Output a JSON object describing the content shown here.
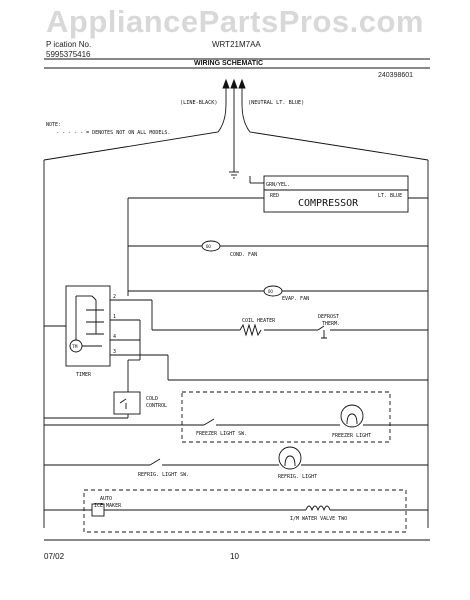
{
  "watermark": "AppliancePartsPros.com",
  "header": {
    "publication_label": "P    ication No.",
    "publication_number": "5995375416",
    "model": "WRT21M7AA",
    "title": "WIRING SCHEMATIC",
    "part_number": "240398601"
  },
  "supply": {
    "line": "(LINE-BLACK)",
    "neutral": "(NEUTRAL LT. BLUE)"
  },
  "note": {
    "label": "NOTE:",
    "text": "- - - - - = DENOTES NOT ON ALL MODELS."
  },
  "wires": {
    "ground": "GRN/YEL.",
    "red": "RED",
    "lt_blue": "LT. BLUE"
  },
  "components": {
    "compressor": "COMPRESSOR",
    "cond_fan": "COND. FAN",
    "evap_fan": "EVAP. FAN",
    "coil_heater": "COIL HEATER",
    "defrost_therm_1": "DEFROST",
    "defrost_therm_2": "THERM.",
    "timer": "TIMER",
    "timer_motor": "TM",
    "cold_control_1": "COLD",
    "cold_control_2": "CONTROL",
    "freezer_light_sw": "FREEZER LIGHT SW.",
    "freezer_light": "FREEZER LIGHT",
    "refrig_light_sw": "REFRIG. LIGHT SW.",
    "refrig_light": "REFRIG. LIGHT",
    "ice_maker_1": "AUTO",
    "ice_maker_2": "ICE MAKER",
    "water_valve": "I/M WATER VALVE TWO",
    "fan_symbol": "OO"
  },
  "terminals": [
    "2",
    "1",
    "4",
    "3"
  ],
  "footer": {
    "date": "07/02",
    "page": "10"
  }
}
